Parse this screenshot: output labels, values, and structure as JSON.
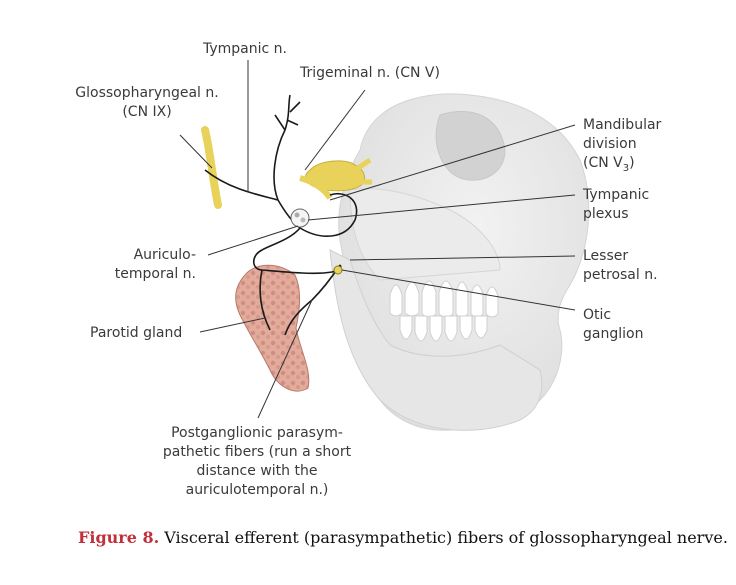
{
  "labels": {
    "tympanic_n": "Tympanic n.",
    "trigeminal_n": "Trigeminal n. (CN V)",
    "glossopharyngeal": [
      "Glossopharyngeal n.",
      "(CN IX)"
    ],
    "mandibular": [
      "Mandibular",
      "division",
      "(CN V",
      "3",
      ")"
    ],
    "tympanic_plexus": [
      "Tympanic",
      "plexus"
    ],
    "auriculotemporal": [
      "Auriculo-",
      "temporal n."
    ],
    "lesser_petrosal": [
      "Lesser",
      "petrosal n."
    ],
    "otic_ganglion": [
      "Otic",
      "ganglion"
    ],
    "parotid_gland": "Parotid gland",
    "postganglionic": [
      "Postganglionic parasym-",
      "pathetic fibers (run a short",
      "distance with the",
      "auriculotemporal n.)"
    ]
  },
  "caption": {
    "figure": "Figure 8.",
    "text": " Visceral efferent (parasympathetic) fibers of glossopharyngeal nerve."
  },
  "colors": {
    "nerve_yellow": "#e8d25a",
    "gland_pink": "#d99a8c",
    "skull_gray": "#e4e4e4",
    "caption_red": "#c0303a"
  }
}
